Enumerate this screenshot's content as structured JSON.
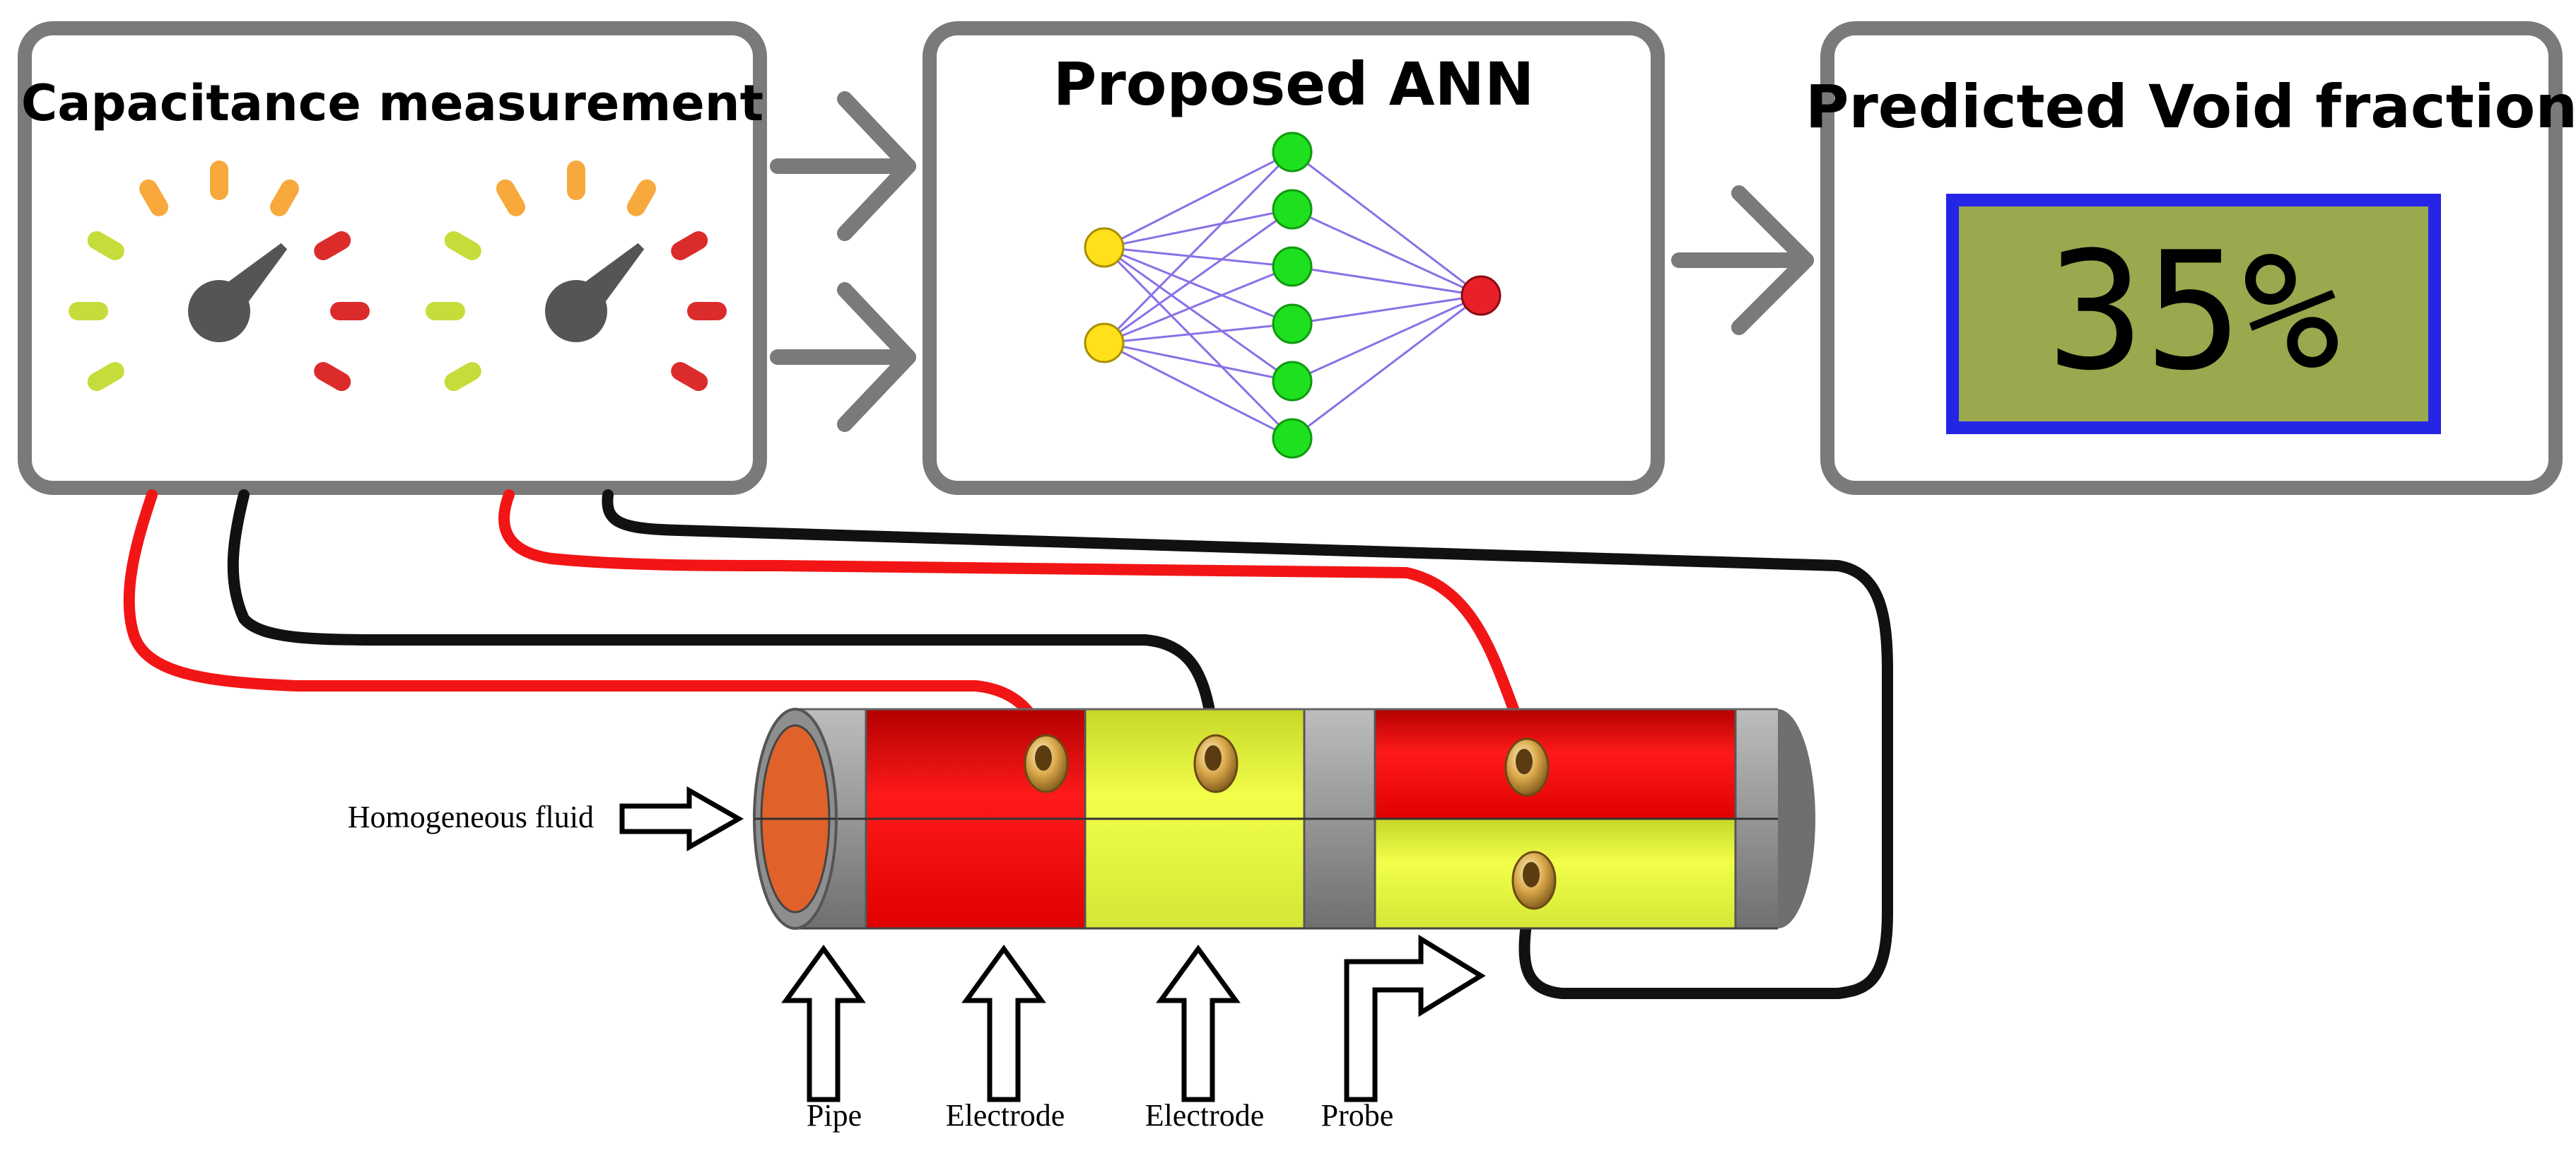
{
  "boxes": {
    "measurement": {
      "title": "Capacitance measurement"
    },
    "ann": {
      "title": "Proposed ANN"
    },
    "output": {
      "title": "Predicted Void fraction",
      "display_value": "35%"
    }
  },
  "labels": {
    "fluid": "Homogeneous fluid",
    "pipe": "Pipe",
    "electrode_1": "Electrode",
    "electrode_2": "Electrode",
    "probe": "Probe"
  },
  "network": {
    "input_nodes": 2,
    "hidden_nodes": 6,
    "output_nodes": 1
  },
  "colors": {
    "box_border": "#7a7a7a",
    "gauge_green": "#c6dc3a",
    "gauge_orange": "#f7a93c",
    "gauge_red": "#dc2b2b",
    "needle": "#555555",
    "input_node": "#ffe01a",
    "hidden_node": "#1fe01f",
    "output_node": "#e8202a",
    "edge": "#8a70e6",
    "lcd_bg": "#9aa84e",
    "lcd_border": "#2525e6",
    "electrode_red": "#f00f0f",
    "electrode_yellow": "#eaff3c",
    "pipe_gray": "#8e8e8e",
    "fluid": "#e0622a",
    "wire_red": "#f21515",
    "wire_black": "#111111"
  },
  "icons": [
    "gauge-icon",
    "arrow-right-icon",
    "hollow-arrow-icon",
    "neural-network-icon",
    "lcd-display-icon"
  ]
}
